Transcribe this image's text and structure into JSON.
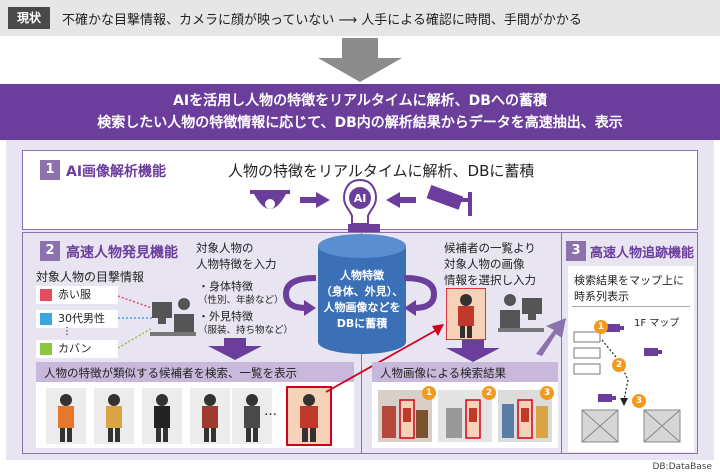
{
  "status": {
    "label": "現状",
    "text": "不確かな目撃情報、カメラに顔が映っていない ⟶ 人手による確認に時間、手間がかかる"
  },
  "solution": {
    "line1": "AIを活用し人物の特徴をリアルタイムに解析、DBへの蓄積",
    "line2": "検索したい人物の特徴情報に応じて、DB内の解析結果からデータを高速抽出、表示"
  },
  "section1": {
    "number": "1",
    "title": "AI画像解析機能",
    "caption": "人物の特徴をリアルタイムに解析、DBに蓄積",
    "ai_label": "AI"
  },
  "section2": {
    "number": "2",
    "title": "高速人物発見機能",
    "witness_heading": "対象人物の目撃情報",
    "witness_tags": [
      {
        "label": "赤い服",
        "color": "#e84a5f"
      },
      {
        "label": "30代男性",
        "color": "#3aa6dd"
      },
      {
        "label": "カバン",
        "color": "#8cc63f"
      }
    ],
    "input_heading_1": "対象人物の",
    "input_heading_2": "人物特徴を入力",
    "body_feature": "・身体特徴",
    "body_detail": "（性別、年齢など）",
    "appearance_feature": "・外見特徴",
    "appearance_detail": "（服装、持ち物など）",
    "strip_title": "人物の特徴が類似する候補者を検索、一覧を表示",
    "ellipsis": "…"
  },
  "database": {
    "line1": "人物特徴",
    "line2": "（身体、外見）、",
    "line3": "人物画像などを",
    "line4": "DBに蓄積"
  },
  "search_select": {
    "line1": "候補者の一覧より",
    "line2": "対象人物の画像",
    "line3": "情報を選択し入力",
    "result_title": "人物画像による検索結果",
    "badges": [
      "1",
      "2",
      "3"
    ]
  },
  "section3": {
    "number": "3",
    "title": "高速人物追跡機能",
    "desc_line1": "検索結果をマップ上に",
    "desc_line2": "時系列表示",
    "map_label": "1F マップ",
    "badges": [
      "1",
      "2",
      "3"
    ]
  },
  "footnote": "DB:DataBase",
  "colors": {
    "purple_dark": "#6b3e9c",
    "purple_mid": "#8b72ad",
    "purple_light": "#e9e4f1",
    "db_blue": "#3b6fb6",
    "badge_orange": "#f39a1e",
    "highlight_red": "#d0021b"
  }
}
